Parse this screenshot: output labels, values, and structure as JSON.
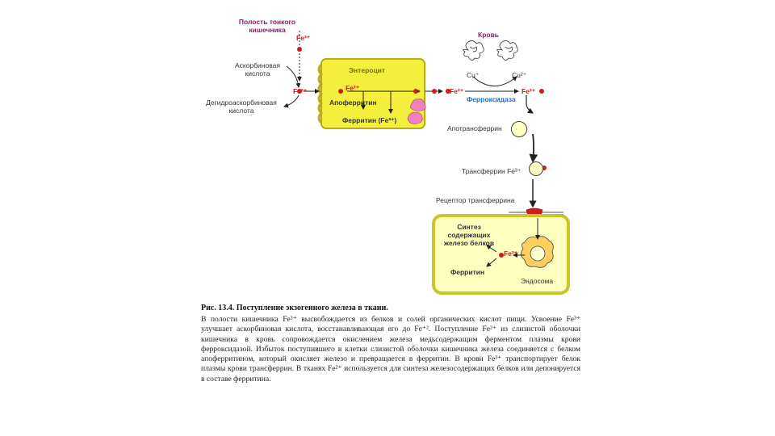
{
  "labels": {
    "intestine_cavity": "Полость тонкого кишечника",
    "fe3_top": "Fe³⁺",
    "ascorbic": "Аскорбиновая кислота",
    "dehydroascorbic": "Дегидроаскорбиновая кислота",
    "fe2_left": "Fe²⁺",
    "enterocyte": "Энтероцит",
    "fe2_inside": "Fe²⁺",
    "apoferritin": "Апоферритин",
    "ferritin_fe3": "Ферритин (Fe³⁺)",
    "blood": "Кровь",
    "cu_left": "Cu⁺",
    "cu_right": "Cu²⁺",
    "fe2_blood": "Fe²⁺",
    "fe3_blood": "Fe³⁺",
    "ferroxidase": "Ферроксидаза",
    "apotransferrin": "Апотрансферрин",
    "transferrin": "Трансферрин Fe³⁺",
    "receptor": "Рецептор трансферрина",
    "synthesis": "Синтез содержащих железо белков",
    "fe3_cell": "Fe³⁺",
    "ferritin": "Ферритин",
    "endosome": "Эндосома"
  },
  "caption": {
    "title": "Рис. 13.4. Поступление экзогенного железа в ткани.",
    "body": "В полости кишечника Fe³⁺ высвобождается из белков и солей органических кислот пищи. Усвоение Fe³⁺ улучшает аскорбиновая кислота, восстанавливающая его до Fe⁺². Поступление Fe²⁺ из слизистой оболочки кишечника в кровь сопровождается окислением железа медьсодержащим ферментом плазмы крови ферроксидазой. Избыток поступившего в клетки слизистой оболочки кишечника железа соединяется с белком апоферритином, который окисляет железо и превращается в ферритин. В крови Fe³⁺ транспортирует белок плазмы крови трансферрин. В тканях Fe²⁺ используется для синтеза железосодержащих белков или депонируется в составе ферритина."
  },
  "colors": {
    "enterocyte_fill": "#f4ef3c",
    "cell_fill": "#ffffc0",
    "cell_border": "#c9c62a",
    "iron_dot": "#d11c1c",
    "label_purple": "#8a1c6d",
    "label_blue": "#1f6fc1"
  }
}
